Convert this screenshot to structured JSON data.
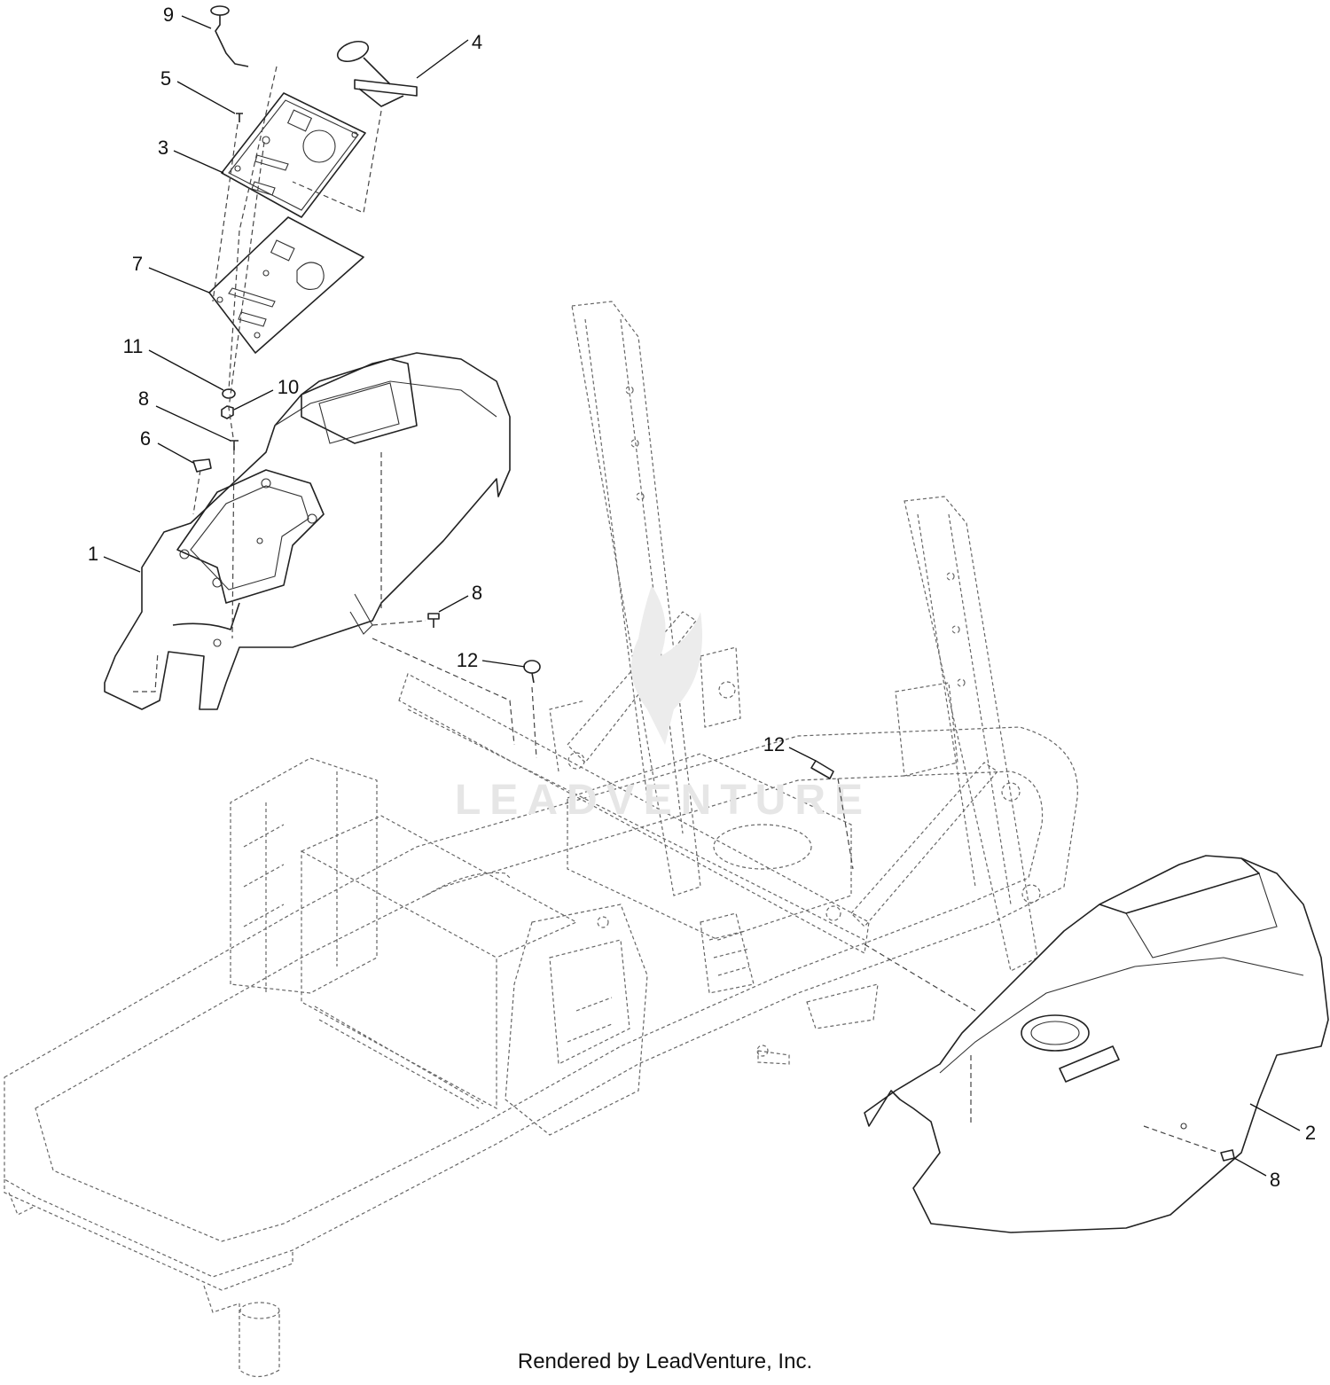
{
  "callouts": {
    "c1": "1",
    "c2": "2",
    "c3": "3",
    "c4": "4",
    "c5": "5",
    "c6": "6",
    "c7": "7",
    "c8a": "8",
    "c8b": "8",
    "c8c": "8",
    "c9": "9",
    "c10": "10",
    "c11": "11",
    "c12a": "12",
    "c12b": "12"
  },
  "watermark": "LEADVENTURE",
  "footer": "Rendered by LeadVenture, Inc."
}
